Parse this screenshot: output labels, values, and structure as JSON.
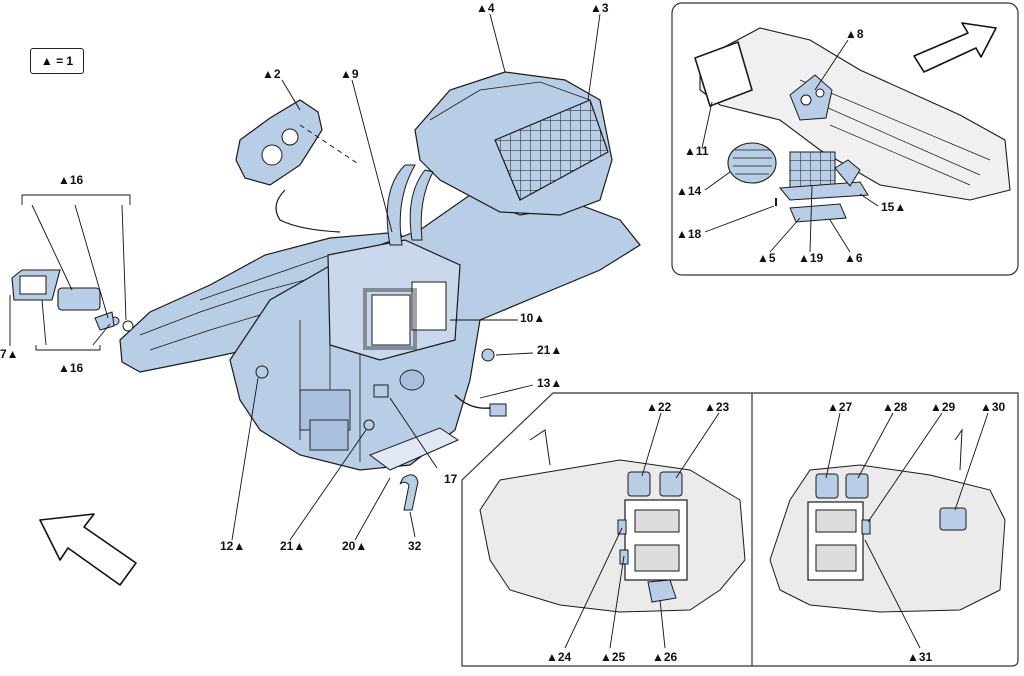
{
  "legend": {
    "text": "▲ = 1"
  },
  "colors": {
    "part_fill": "#b8cde6",
    "part_stroke": "#1a1a1a",
    "line": "#222222",
    "frame": "#333333",
    "gray_part": "#e6e6e6"
  },
  "labels": {
    "p2": "▲2",
    "p3": "▲3",
    "p4": "▲4",
    "p5": "▲5",
    "p6": "▲6",
    "p7": "7▲",
    "p8": "▲8",
    "p9": "▲9",
    "p10": "10▲",
    "p11": "▲11",
    "p12": "12▲",
    "p13": "13▲",
    "p14": "▲14",
    "p15": "15▲",
    "p16a": "▲16",
    "p16b": "▲16",
    "p17": "17",
    "p18": "▲18",
    "p19": "▲19",
    "p20": "20▲",
    "p21a": "21▲",
    "p21b": "21▲",
    "p22": "▲22",
    "p23": "▲23",
    "p24": "▲24",
    "p25": "▲25",
    "p26": "▲26",
    "p27": "▲27",
    "p28": "▲28",
    "p29": "▲29",
    "p30": "▲30",
    "p31": "▲31",
    "p32": "32"
  }
}
